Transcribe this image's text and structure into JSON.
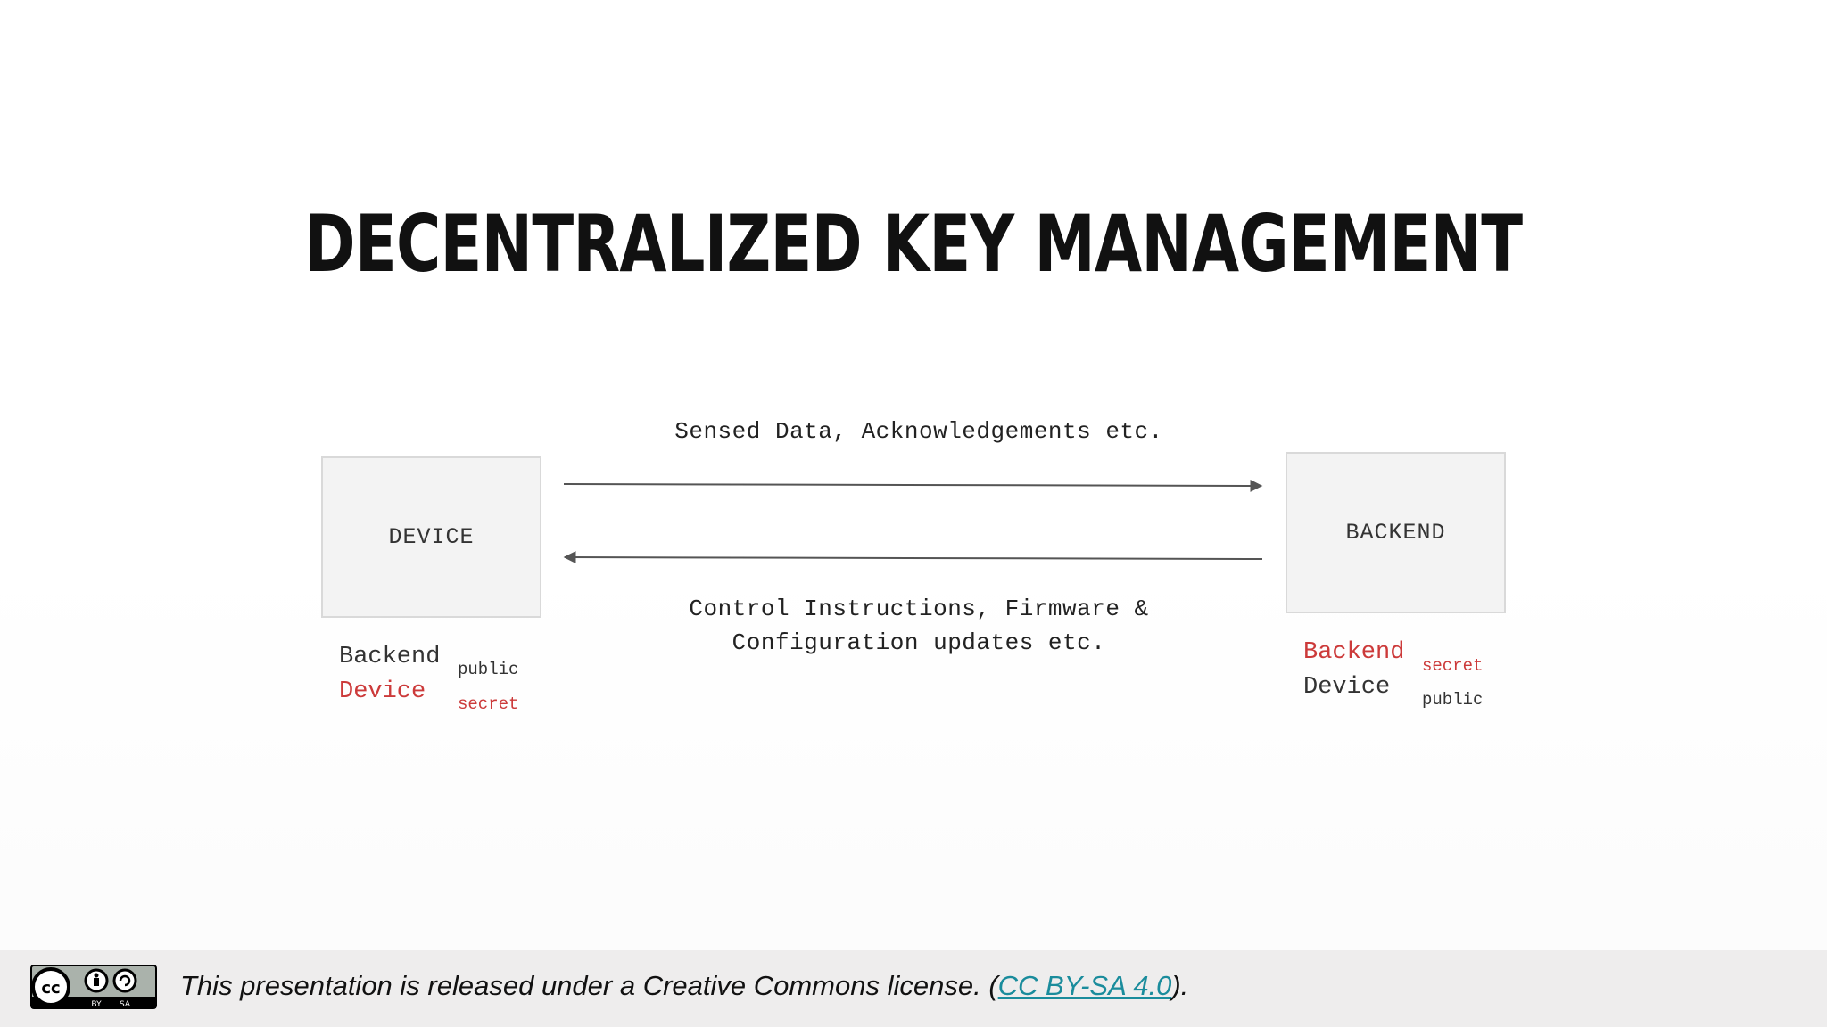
{
  "title": "DECENTRALIZED KEY MANAGEMENT",
  "boxes": {
    "device": "DEVICE",
    "backend": "BACKEND"
  },
  "flows": {
    "device_to_backend": "Sensed Data, Acknowledgements etc.",
    "backend_to_device_line1": "Control Instructions, Firmware &",
    "backend_to_device_line2": "Configuration updates etc."
  },
  "device_keys": [
    {
      "owner": "Backend",
      "type": "public",
      "color": "#333333"
    },
    {
      "owner": "Device",
      "type": "secret",
      "color": "#cc3a3a"
    }
  ],
  "backend_keys": [
    {
      "owner": "Backend",
      "type": "secret",
      "color": "#cc3a3a"
    },
    {
      "owner": "Device",
      "type": "public",
      "color": "#333333"
    }
  ],
  "footer": {
    "badge_icon": "cc-by-sa-icon",
    "text_before": "This presentation is released under a Creative Commons license. (",
    "link_text": "CC BY-SA 4.0",
    "text_after": ")."
  }
}
